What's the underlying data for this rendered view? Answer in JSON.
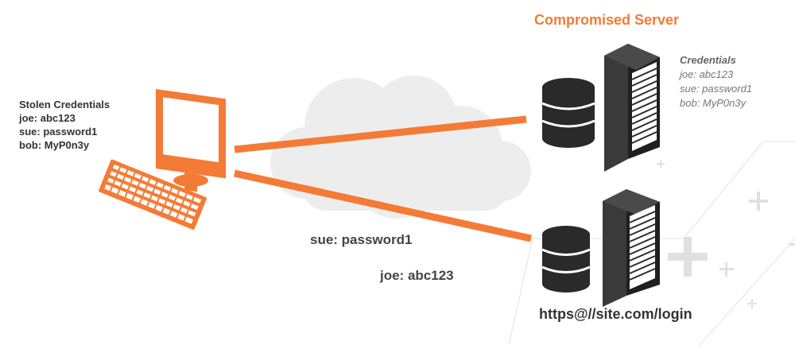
{
  "colors": {
    "accent": "#F47B35",
    "server_dark": "#2A2A2A",
    "cloud": "#EDEDED",
    "text_dark": "#333333",
    "text_muted": "#777777"
  },
  "client": {
    "icon": "computer-icon",
    "title": "Stolen Credentials",
    "lines": [
      "joe: abc123",
      "sue: password1",
      "bob: MyP0n3y"
    ]
  },
  "server": {
    "title": "Compromised Server",
    "cred_title": "Credentials",
    "cred_lines": [
      "joe: abc123",
      "sue: password1",
      "bob: MyP0n3y"
    ]
  },
  "flow_labels": [
    "sue: password1",
    "joe: abc123"
  ],
  "target": {
    "url": "https@//site.com/login"
  }
}
